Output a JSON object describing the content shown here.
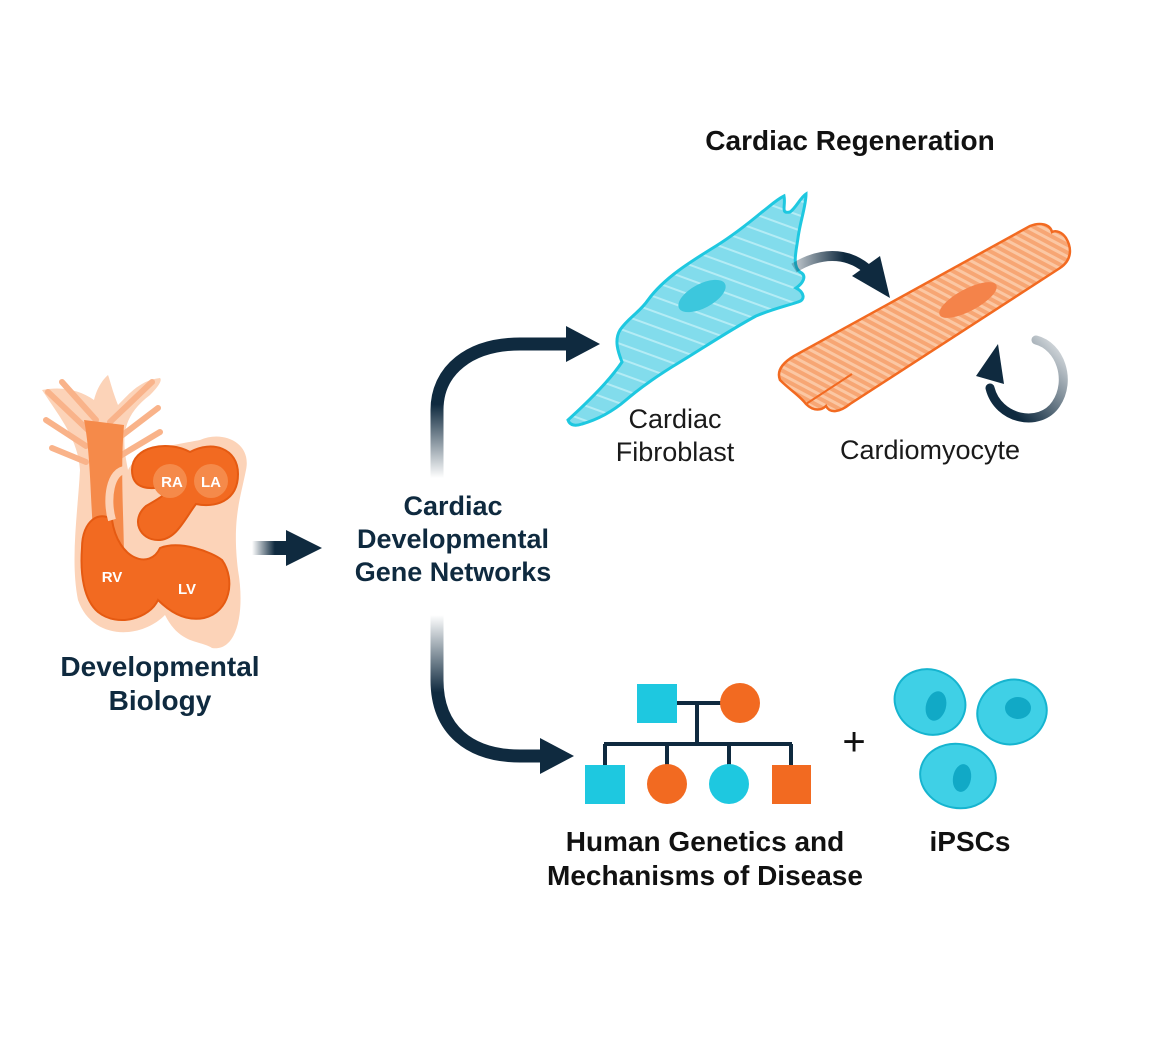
{
  "diagram": {
    "colors": {
      "orange": "#f26a21",
      "orange_light": "#f9b38a",
      "orange_pale": "#fcd9c2",
      "cyan": "#1ec8e0",
      "cyan_light": "#7fdcec",
      "navy": "#0f2a3f",
      "text_black": "#111111"
    },
    "heart": {
      "chambers": [
        "RA",
        "LA",
        "RV",
        "LV"
      ],
      "label_lines": [
        "Developmental",
        "Biology"
      ]
    },
    "center": {
      "label_lines": [
        "Cardiac",
        "Developmental",
        "Gene Networks"
      ]
    },
    "regeneration": {
      "title": "Cardiac Regeneration",
      "fibroblast_lines": [
        "Cardiac",
        "Fibroblast"
      ],
      "cardiomyocyte": "Cardiomyocyte"
    },
    "genetics": {
      "label_lines": [
        "Human Genetics and",
        "Mechanisms of Disease"
      ],
      "plus": "+",
      "ipscs": "iPSCs",
      "pedigree": {
        "parents": [
          {
            "shape": "square",
            "color": "cyan"
          },
          {
            "shape": "circle",
            "color": "orange"
          }
        ],
        "children": [
          {
            "shape": "square",
            "color": "cyan"
          },
          {
            "shape": "circle",
            "color": "orange"
          },
          {
            "shape": "circle",
            "color": "cyan"
          },
          {
            "shape": "square",
            "color": "orange"
          }
        ]
      }
    }
  }
}
